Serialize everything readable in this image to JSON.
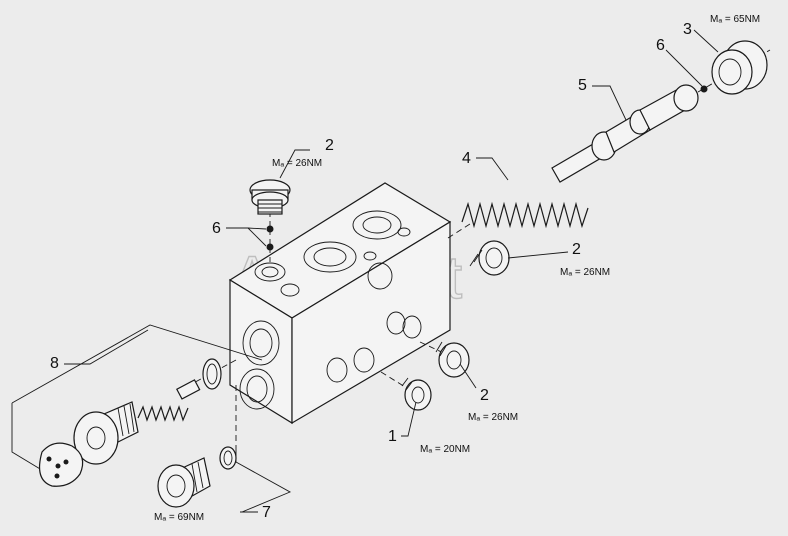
{
  "watermark": "AutoSoft",
  "callouts": [
    {
      "id": "c1",
      "number": "1",
      "torque": "Mₐ = 20NM"
    },
    {
      "id": "c2a",
      "number": "2",
      "torque": "Mₐ = 26NM"
    },
    {
      "id": "c2b",
      "number": "2",
      "torque": "Mₐ = 26NM"
    },
    {
      "id": "c2c",
      "number": "2",
      "torque": "Mₐ = 26NM"
    },
    {
      "id": "c3",
      "number": "3",
      "torque": "Mₐ = 65NM"
    },
    {
      "id": "c4",
      "number": "4"
    },
    {
      "id": "c5",
      "number": "5"
    },
    {
      "id": "c6a",
      "number": "6"
    },
    {
      "id": "c6b",
      "number": "6"
    },
    {
      "id": "c7",
      "number": "7",
      "torque": "Mₐ = 69NM"
    },
    {
      "id": "c8",
      "number": "8"
    }
  ]
}
